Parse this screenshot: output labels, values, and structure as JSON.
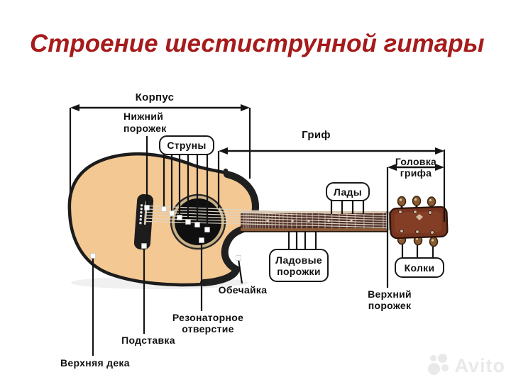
{
  "title": {
    "text": "Строение шестиструнной гитары",
    "color": "#a61b1b"
  },
  "labels": {
    "korpus": "Корпус",
    "nizhniy_porozhek": "Нижний\nпорожек",
    "struny": "Струны",
    "grif": "Гриф",
    "golovka_grifa": "Головка\nгрифа",
    "lady": "Лады",
    "ladovye_porozhki": "Ладовые\nпорожки",
    "kolki": "Колки",
    "verkhniy_porozhek": "Верхний\nпорожек",
    "obechayka": "Обечайка",
    "rezonatornoe_otverstie": "Резонаторное\nотверстие",
    "podstavka": "Подставка",
    "verkhnyaya_deka": "Верхняя дека"
  },
  "watermark": {
    "text": "Avito"
  },
  "colors": {
    "title_red": "#a61b1b",
    "line_black": "#141414",
    "body_tan": "#f3c893",
    "body_edge": "#1c1c1c",
    "fretboard_brown": "#503029",
    "headstock_brown": "#77341f",
    "soundhole_black": "#0f0f0f",
    "rosette": "#cbb286",
    "marker_white": "#ffffff"
  }
}
